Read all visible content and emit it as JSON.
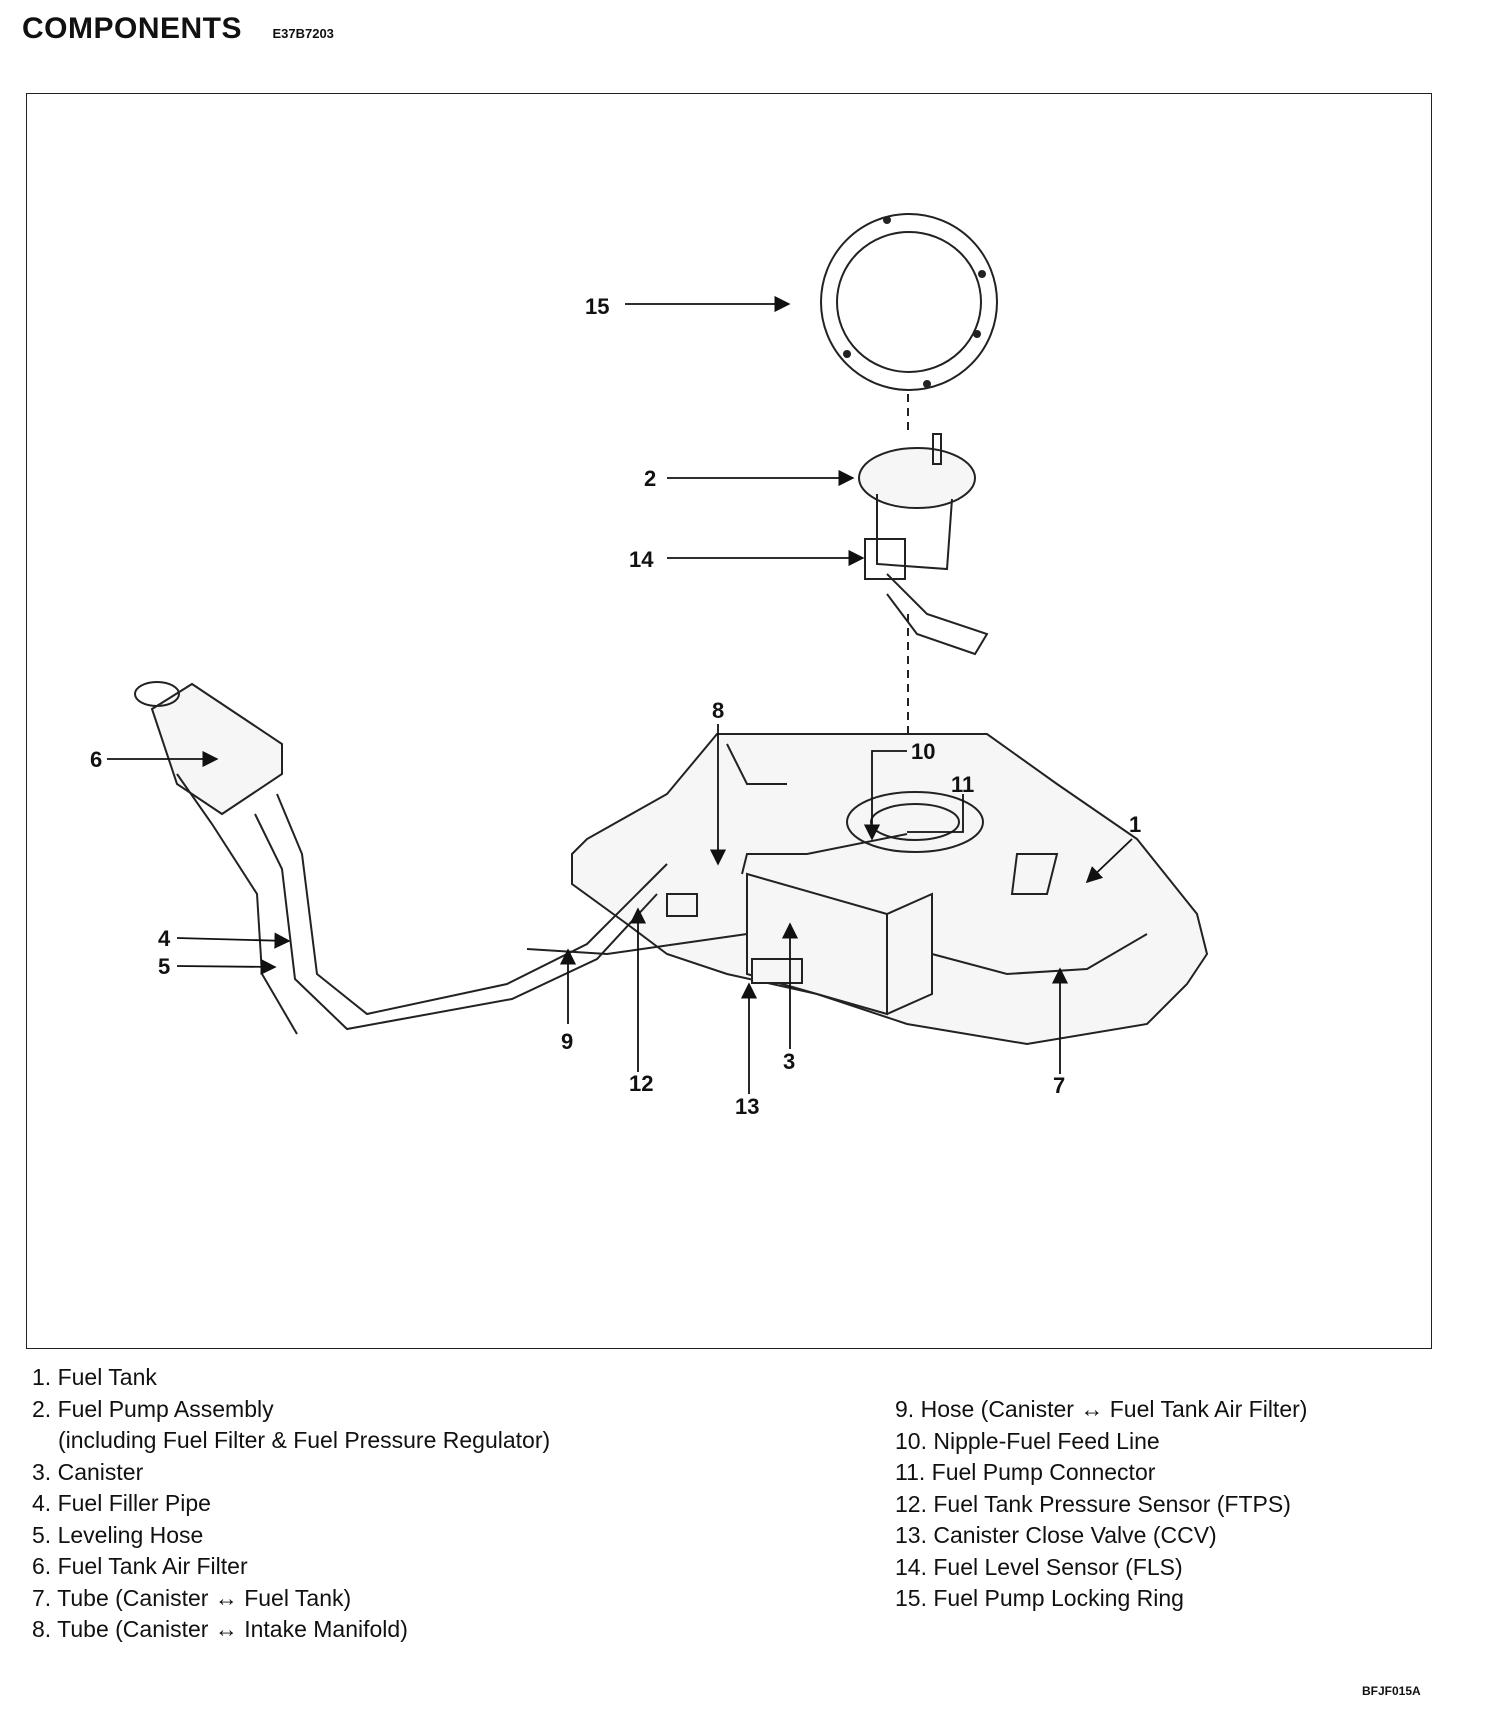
{
  "header": {
    "title": "COMPONENTS",
    "code": "E37B7203"
  },
  "callouts": {
    "c1": "1",
    "c2": "2",
    "c3": "3",
    "c4": "4",
    "c5": "5",
    "c6": "6",
    "c7": "7",
    "c8": "8",
    "c9": "9",
    "c10": "10",
    "c11": "11",
    "c12": "12",
    "c13": "13",
    "c14": "14",
    "c15": "15"
  },
  "legend_left": [
    {
      "num": "1.",
      "text": "Fuel Tank"
    },
    {
      "num": "2.",
      "text": "Fuel Pump Assembly"
    },
    {
      "num": "",
      "text": "(including Fuel Filter & Fuel Pressure Regulator)"
    },
    {
      "num": "3.",
      "text": "Canister"
    },
    {
      "num": "4.",
      "text": "Fuel Filler Pipe"
    },
    {
      "num": "5.",
      "text": "Leveling Hose"
    },
    {
      "num": "6.",
      "text": "Fuel Tank Air Filter"
    },
    {
      "num": "7.",
      "text": "Tube (Canister ↔ Fuel Tank)"
    },
    {
      "num": "8.",
      "text": "Tube (Canister ↔ Intake Manifold)"
    }
  ],
  "legend_right": [
    {
      "num": "9.",
      "text": "Hose (Canister ↔ Fuel Tank Air Filter)"
    },
    {
      "num": "10.",
      "text": "Nipple-Fuel Feed Line"
    },
    {
      "num": "11.",
      "text": "Fuel Pump Connector"
    },
    {
      "num": "12.",
      "text": "Fuel Tank Pressure Sensor (FTPS)"
    },
    {
      "num": "13.",
      "text": "Canister Close Valve (CCV)"
    },
    {
      "num": "14.",
      "text": "Fuel Level Sensor (FLS)"
    },
    {
      "num": "15.",
      "text": "Fuel Pump Locking Ring"
    }
  ],
  "figure_code": "BFJF015A"
}
